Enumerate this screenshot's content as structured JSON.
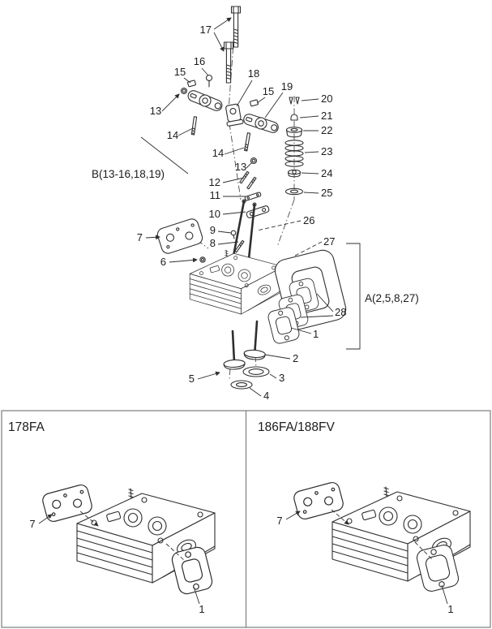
{
  "colors": {
    "ink": "#2f2f2f",
    "background": "#ffffff",
    "divider": "#7d7d7d"
  },
  "main": {
    "group_b": "B(13-16,18,19)",
    "group_a": "A(2,5,8,27)",
    "callouts": {
      "n1": "1",
      "n2": "2",
      "n3": "3",
      "n4": "4",
      "n5": "5",
      "n6": "6",
      "n7": "7",
      "n8": "8",
      "n9": "9",
      "n10": "10",
      "n11": "11",
      "n12": "12",
      "n13a": "13",
      "n13b": "13",
      "n14a": "14",
      "n14b": "14",
      "n15a": "15",
      "n15b": "15",
      "n16": "16",
      "n17": "17",
      "n18": "18",
      "n19": "19",
      "n20": "20",
      "n21": "21",
      "n22": "22",
      "n23": "23",
      "n24": "24",
      "n25": "25",
      "n26": "26",
      "n27": "27",
      "n28": "28"
    }
  },
  "panels": [
    {
      "title": "178FA",
      "callout_7": "7",
      "callout_1": "1"
    },
    {
      "title": "186FA/188FV",
      "callout_7": "7",
      "callout_1": "1"
    }
  ]
}
